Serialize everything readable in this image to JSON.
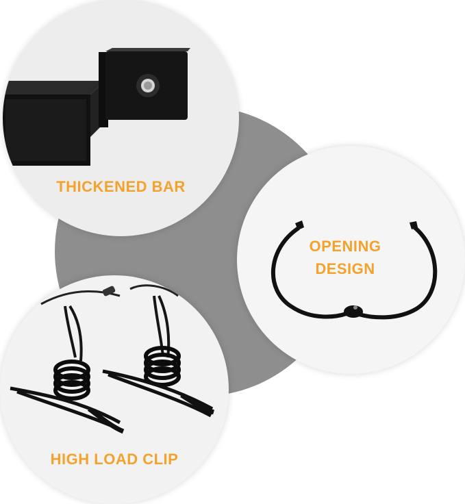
{
  "accent_color": "#f3a22c",
  "features": [
    {
      "label": "THICKENED BAR",
      "icon": "metal-bar-bracket"
    },
    {
      "label": "OPENING DESIGN",
      "line1": "OPENING",
      "line2": "DESIGN",
      "icon": "split-ring"
    },
    {
      "label": "HIGH LOAD CLIP",
      "icon": "spring-clip"
    }
  ]
}
